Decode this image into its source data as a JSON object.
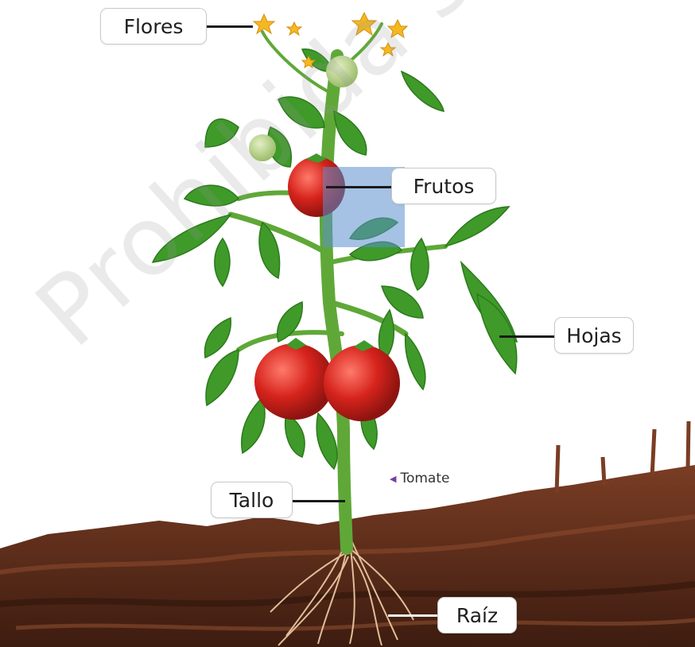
{
  "labels": {
    "flores": "Flores",
    "frutos": "Frutos",
    "hojas": "Hojas",
    "tallo": "Tallo",
    "raiz": "Raíz"
  },
  "caption": "Tomate",
  "watermark": "Prohibida su reproducción",
  "colors": {
    "soil": "#5a2e1c",
    "leaf": "#3f9a2a",
    "tomato": "#d6231c",
    "flower": "#f5b820",
    "highlight": "#5b8fd0",
    "caption_marker": "#7a3fa0"
  }
}
